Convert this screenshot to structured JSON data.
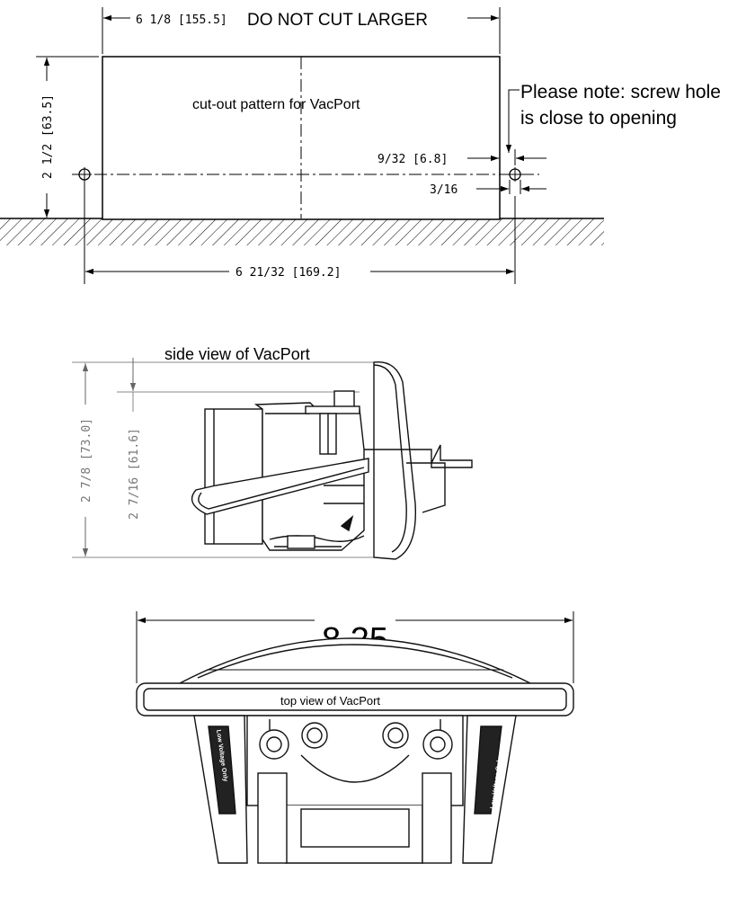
{
  "cutout": {
    "width_dim": "6 1/8 [155.5]",
    "width_note": "DO NOT CUT LARGER",
    "height_dim": "2 1/2 [63.5]",
    "pattern_label": "cut-out pattern for VacPort",
    "hole_offset_dim": "9/32 [6.8]",
    "hole_dia_dim": "3/16",
    "hole_spacing_dim": "6 21/32 [169.2]",
    "note_line1": "Please note: screw hole",
    "note_line2": "is close to opening"
  },
  "side_view": {
    "title": "side view of VacPort",
    "overall_height_dim": "2 7/8 [73.0]",
    "inner_height_dim": "2 7/16 [61.6]"
  },
  "top_view": {
    "width_dim": "8.25",
    "title": "top view of VacPort",
    "side_label": "Low Voltage Only"
  }
}
